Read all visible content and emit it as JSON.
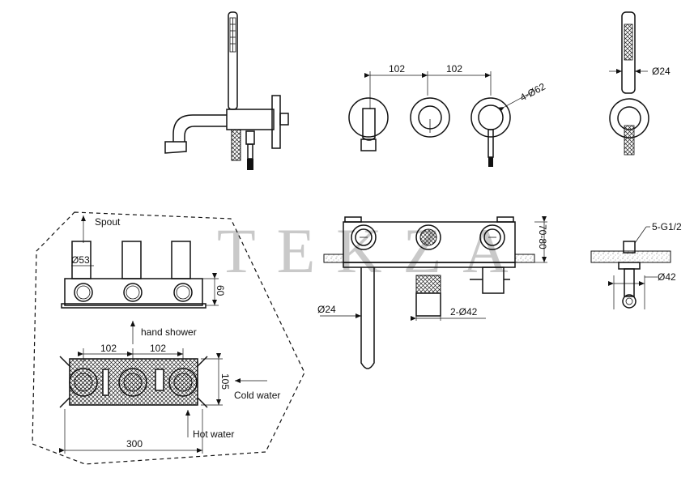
{
  "watermark": "TEKZA",
  "top_view": {
    "dim_left": "102",
    "dim_right": "102",
    "hole_label": "4-Ø62"
  },
  "handset_side": {
    "dia_label": "Ø24"
  },
  "box_detail": {
    "spout_label": "Spout",
    "dia_label": "Ø53",
    "height_label": "60",
    "hand_shower_label": "hand shower",
    "dim_left": "102",
    "dim_right": "102",
    "height_105": "105",
    "cold_water_label": "Cold water",
    "hot_water_label": "Hot water",
    "width_label": "300"
  },
  "section_view": {
    "depth_label": "70-80",
    "spout_dia_label": "Ø24",
    "outlet_label": "2-Ø42"
  },
  "elbow_view": {
    "thread_label": "5-G1/2",
    "dia_label": "Ø42"
  },
  "colors": {
    "line": "#111111",
    "watermark": "#c9c9c9",
    "background": "#ffffff"
  }
}
